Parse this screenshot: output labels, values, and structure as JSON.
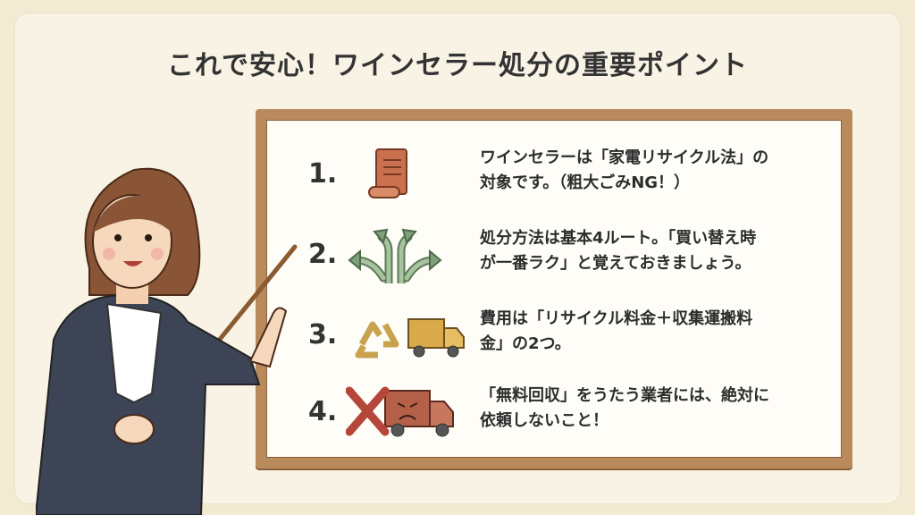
{
  "title": "これで安心！ワインセラー処分の重要ポイント",
  "points": [
    {
      "number": "1.",
      "icon": "scroll-icon",
      "lines": [
        "ワインセラーは「家電リサイクル法」の",
        "対象です。（粗大ごみNG！）"
      ]
    },
    {
      "number": "2.",
      "icon": "branching-arrows-icon",
      "lines": [
        "処分方法は基本4ルート。「買い替え時",
        "が一番ラク」と覚えておきましょう。"
      ]
    },
    {
      "number": "3.",
      "icon": "recycle-truck-icon",
      "lines": [
        "費用は「リサイクル料金＋収集運搬料",
        "金」の2つ。"
      ]
    },
    {
      "number": "4.",
      "icon": "cross-angry-truck-icon",
      "lines": [
        "「無料回収」をうたう業者には、絶対に",
        "依頼しないこと！"
      ]
    }
  ],
  "colors": {
    "board_frame": "#b98a5c",
    "scroll": "#c9704f",
    "arrow": "#7fa07a",
    "recycle": "#c9a24e",
    "truck": "#d9a94a",
    "cross": "#b5473a",
    "bad_truck": "#b5614a"
  }
}
